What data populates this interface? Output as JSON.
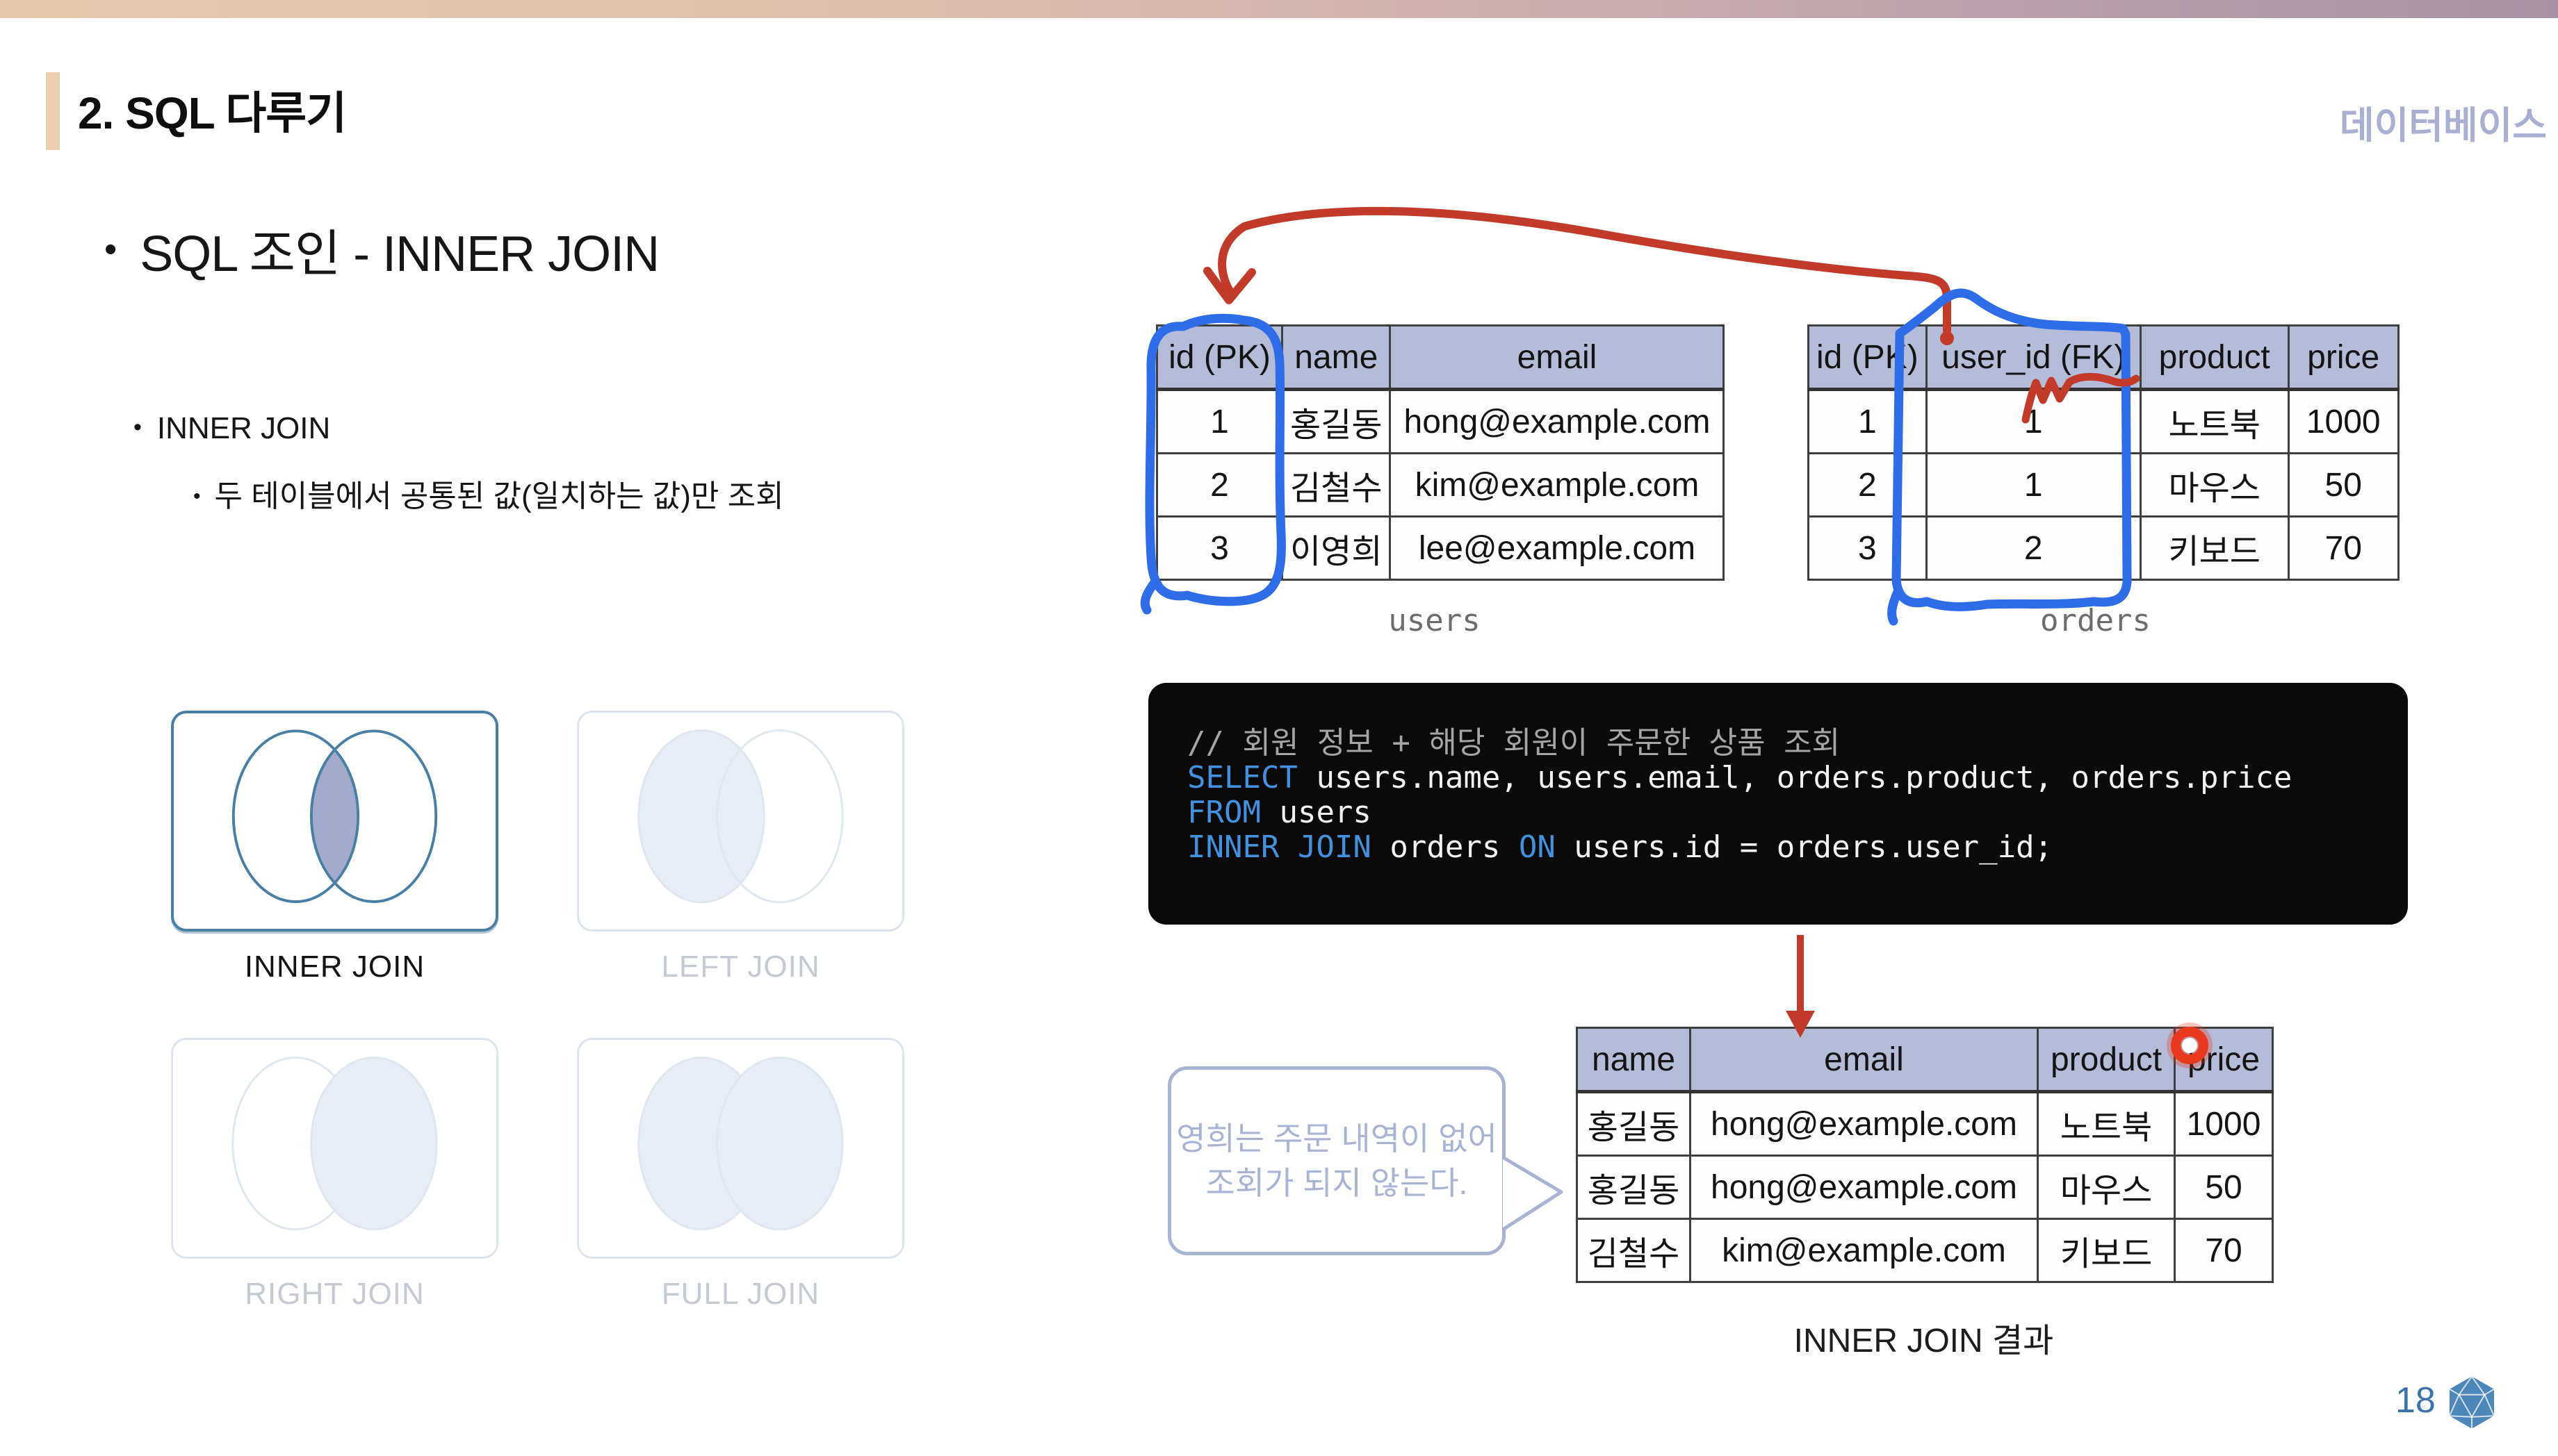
{
  "header": {
    "section_title": "2. SQL 다루기",
    "course_label": "데이터베이스"
  },
  "content": {
    "main_bullet": "SQL 조인 - INNER JOIN",
    "sub_bullet": "INNER JOIN",
    "sub_sub_bullet": "두 테이블에서 공통된 값(일치하는 값)만 조회"
  },
  "users_table": {
    "caption": "users",
    "headers": [
      "id (PK)",
      "name",
      "email"
    ],
    "rows": [
      [
        "1",
        "홍길동",
        "hong@example.com"
      ],
      [
        "2",
        "김철수",
        "kim@example.com"
      ],
      [
        "3",
        "이영희",
        "lee@example.com"
      ]
    ]
  },
  "orders_table": {
    "caption": "orders",
    "headers": [
      "id (PK)",
      "user_id (FK)",
      "product",
      "price"
    ],
    "rows": [
      [
        "1",
        "1",
        "노트북",
        "1000"
      ],
      [
        "2",
        "1",
        "마우스",
        "50"
      ],
      [
        "3",
        "2",
        "키보드",
        "70"
      ]
    ]
  },
  "code": {
    "lines": [
      {
        "tokens": [
          {
            "text": "// 회원 정보 + 해당 회원이 주문한 상품 조회",
            "type": "comment"
          }
        ]
      },
      {
        "tokens": [
          {
            "text": "SELECT",
            "type": "keyword"
          },
          {
            "text": " users.name, users.email, orders.product, orders.price",
            "type": "plain"
          }
        ]
      },
      {
        "tokens": [
          {
            "text": "FROM",
            "type": "keyword"
          },
          {
            "text": " users",
            "type": "plain"
          }
        ]
      },
      {
        "tokens": [
          {
            "text": "INNER JOIN",
            "type": "keyword"
          },
          {
            "text": " orders ",
            "type": "plain"
          },
          {
            "text": "ON",
            "type": "keyword"
          },
          {
            "text": " users.id = orders.user_id;",
            "type": "plain"
          }
        ]
      }
    ]
  },
  "result_table": {
    "caption": "INNER JOIN 결과",
    "headers": [
      "name",
      "email",
      "product",
      "price"
    ],
    "rows": [
      [
        "홍길동",
        "hong@example.com",
        "노트북",
        "1000"
      ],
      [
        "홍길동",
        "hong@example.com",
        "마우스",
        "50"
      ],
      [
        "김철수",
        "kim@example.com",
        "키보드",
        "70"
      ]
    ]
  },
  "join_cards": [
    {
      "label": "INNER JOIN",
      "active": true
    },
    {
      "label": "LEFT JOIN",
      "active": false
    },
    {
      "label": "RIGHT JOIN",
      "active": false
    },
    {
      "label": "FULL JOIN",
      "active": false
    }
  ],
  "speech_bubble": {
    "line1": "영희는 주문 내역이 없어",
    "line2": "조회가 되지 않는다."
  },
  "footer": {
    "page_number": "18"
  },
  "colors": {
    "table_header_bg": "#b4bcd8",
    "keyword_blue": "#4390dd",
    "annotation_red": "#c23b2a",
    "annotation_blue": "#2f6ce8",
    "accent_teal": "#4a7fa5",
    "venn_intersection": "#a3aacc",
    "bubble_purple": "#a9b3d3",
    "page_blue": "#3c73ac",
    "laser_dot": "#e8391f"
  }
}
